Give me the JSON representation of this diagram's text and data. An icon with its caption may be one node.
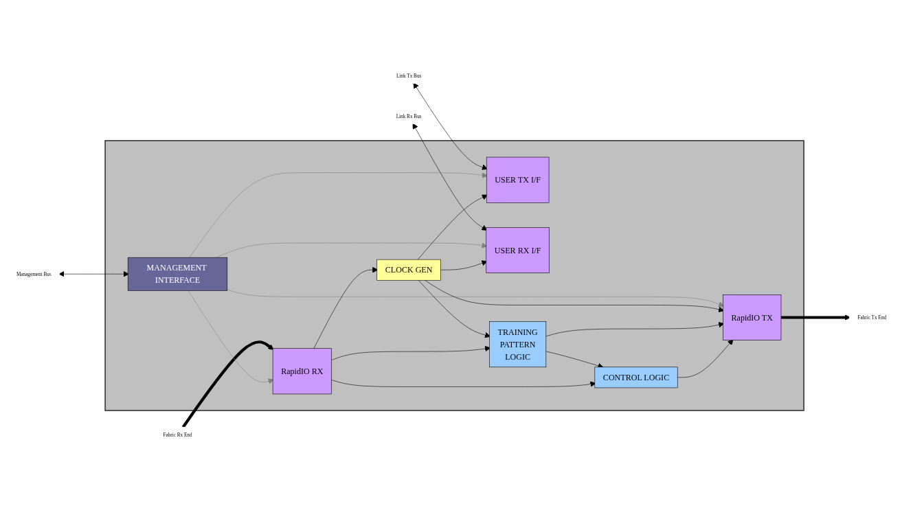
{
  "diagram": {
    "nodes": [
      {
        "text": [],
        "shape": "box"
      },
      {
        "text": [
          "MANAGEMENT INTERFACE"
        ],
        "in": 0
      },
      {
        "text": [
          "USER TX I/F"
        ],
        "in": 0
      },
      {
        "text": [
          "USER RX I/F"
        ],
        "in": 0
      },
      {
        "text": [
          "CLOCK GEN"
        ],
        "in": 0
      },
      {
        "text": [
          "TRAINING",
          "PATTERN",
          "LOGIC"
        ],
        "in": 0
      },
      {
        "text": [
          "RapidIO TX"
        ],
        "in": 0
      },
      {
        "text": [
          "CONTROL LOGIC"
        ],
        "in": 0
      },
      {
        "text": [
          "RapidIO RX"
        ],
        "in": 0
      },
      {
        "text": [
          "Management Bus"
        ]
      },
      {
        "text": [
          "Link Tx Bus"
        ]
      },
      {
        "text": [
          "Link Rx Bus"
        ]
      },
      {
        "text": [
          "Fabric Tx End"
        ]
      },
      {
        "text": [
          "Fabric Rx End"
        ]
      }
    ],
    "edges": [
      {
        "from": 9,
        "to": 1,
        "arrow": "both"
      },
      {
        "from": 10,
        "to": 2,
        "arrow": "both"
      },
      {
        "from": 11,
        "to": 3,
        "arrow": "both"
      },
      {
        "from": 6,
        "to": 12,
        "arrow": "to",
        "style": "thick"
      },
      {
        "from": 13,
        "to": 8,
        "arrow": "to",
        "style": "thick"
      },
      {
        "from": 1,
        "to": 2,
        "arrow": "to",
        "color": "#808080"
      },
      {
        "from": 1,
        "to": 6,
        "arrow": "to",
        "color": "#808080"
      },
      {
        "from": 1,
        "to": 3,
        "arrow": "to",
        "color": "#808080"
      },
      {
        "from": 1,
        "to": 8,
        "arrow": "to",
        "color": "#808080"
      },
      {
        "from": 4,
        "to": 6,
        "arrow": "to"
      },
      {
        "from": 5,
        "to": 6,
        "arrow": "to"
      },
      {
        "from": 4,
        "to": 2,
        "arrow": "to"
      },
      {
        "from": 4,
        "to": 3,
        "arrow": "to"
      },
      {
        "from": 4,
        "to": 5,
        "arrow": "to"
      },
      {
        "from": 5,
        "to": 7,
        "arrow": "to"
      },
      {
        "from": 7,
        "to": 6,
        "arrow": "to"
      },
      {
        "from": 8,
        "to": 7,
        "arrow": "to"
      },
      {
        "from": 8,
        "to": 5,
        "arrow": "to"
      },
      {
        "from": 8,
        "to": 4,
        "arrow": "to"
      }
    ]
  }
}
